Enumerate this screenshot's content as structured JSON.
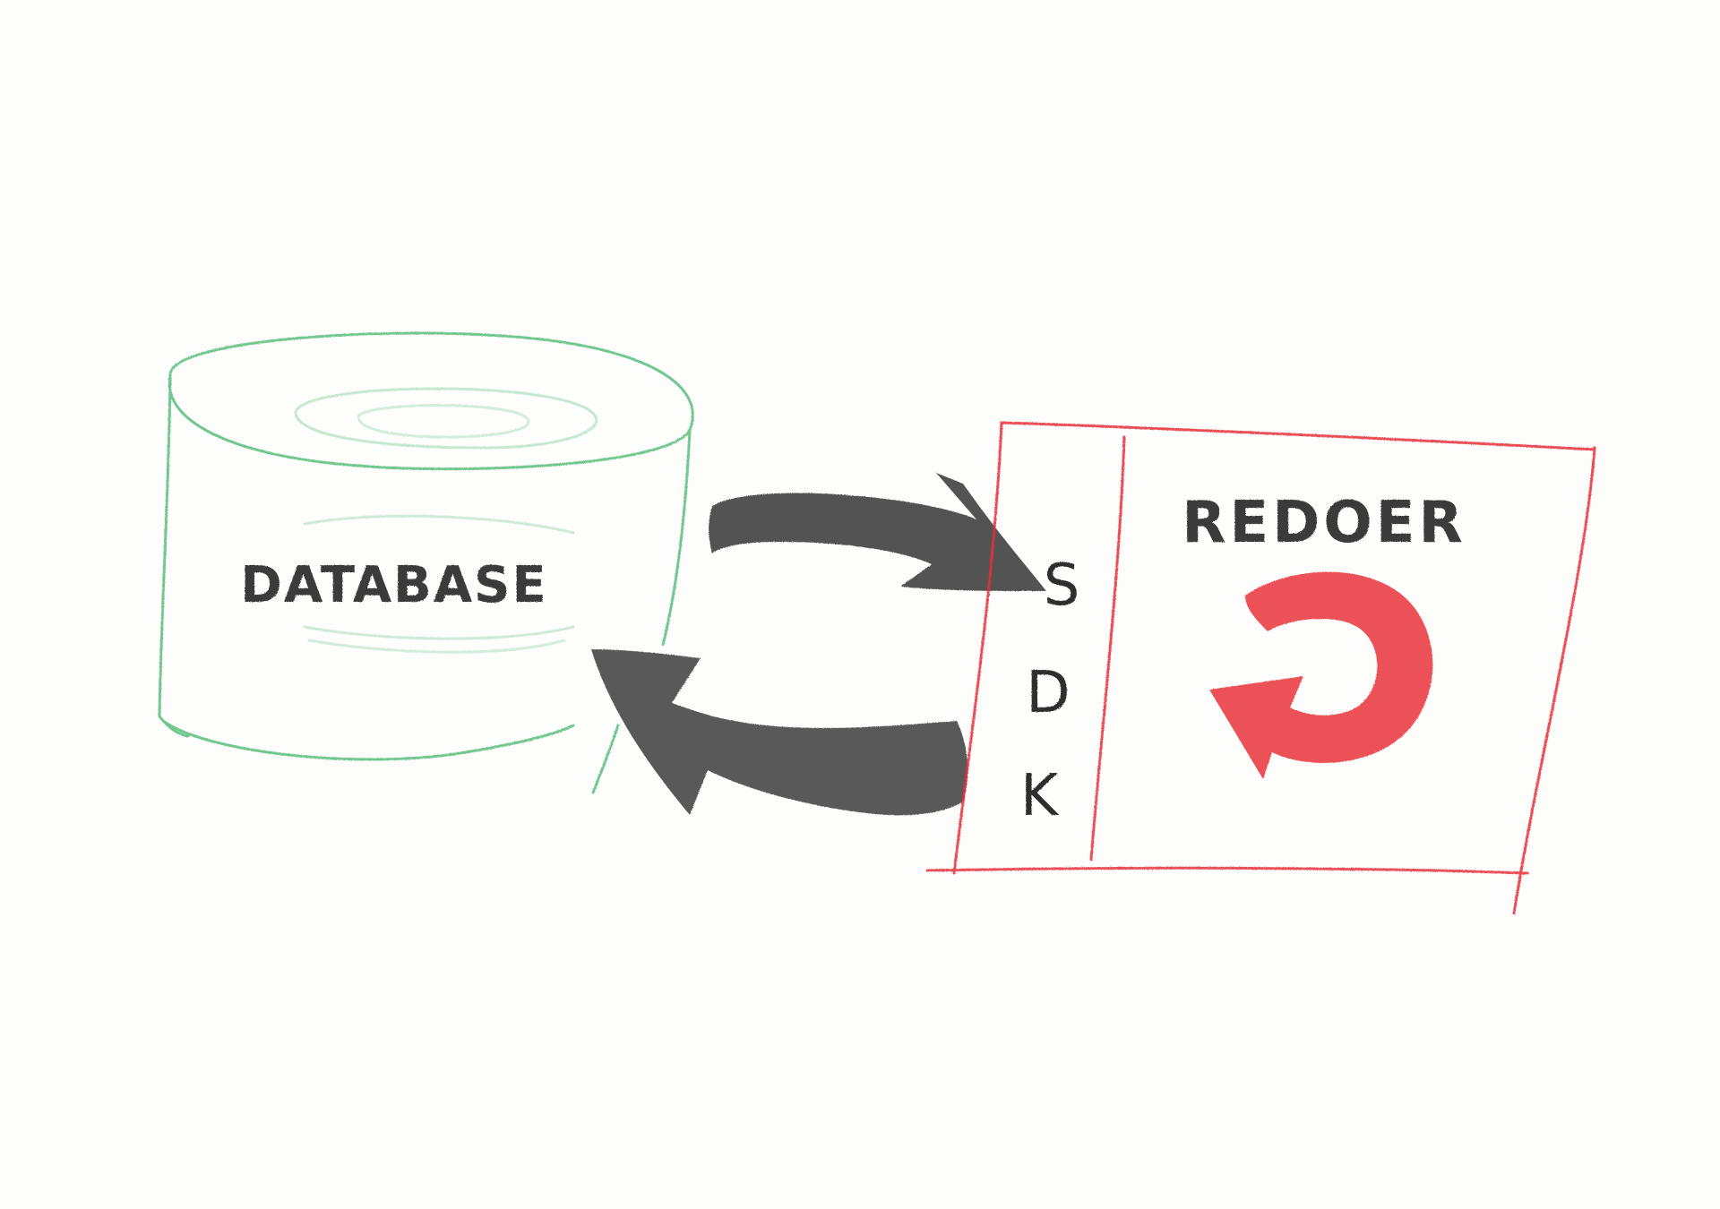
{
  "diagram": {
    "database": {
      "label": "DATABASE",
      "color": "#5bbd7e"
    },
    "arrows": {
      "color": "#3c3c3c",
      "to_sdk": "arrow-right",
      "to_database": "arrow-left"
    },
    "app_box": {
      "color": "#e8313a",
      "sdk": {
        "letters": [
          "S",
          "D",
          "K"
        ]
      },
      "app": {
        "label": "REDOER",
        "icon": "circular-arrow-icon",
        "icon_color": "#e8313a"
      }
    }
  }
}
